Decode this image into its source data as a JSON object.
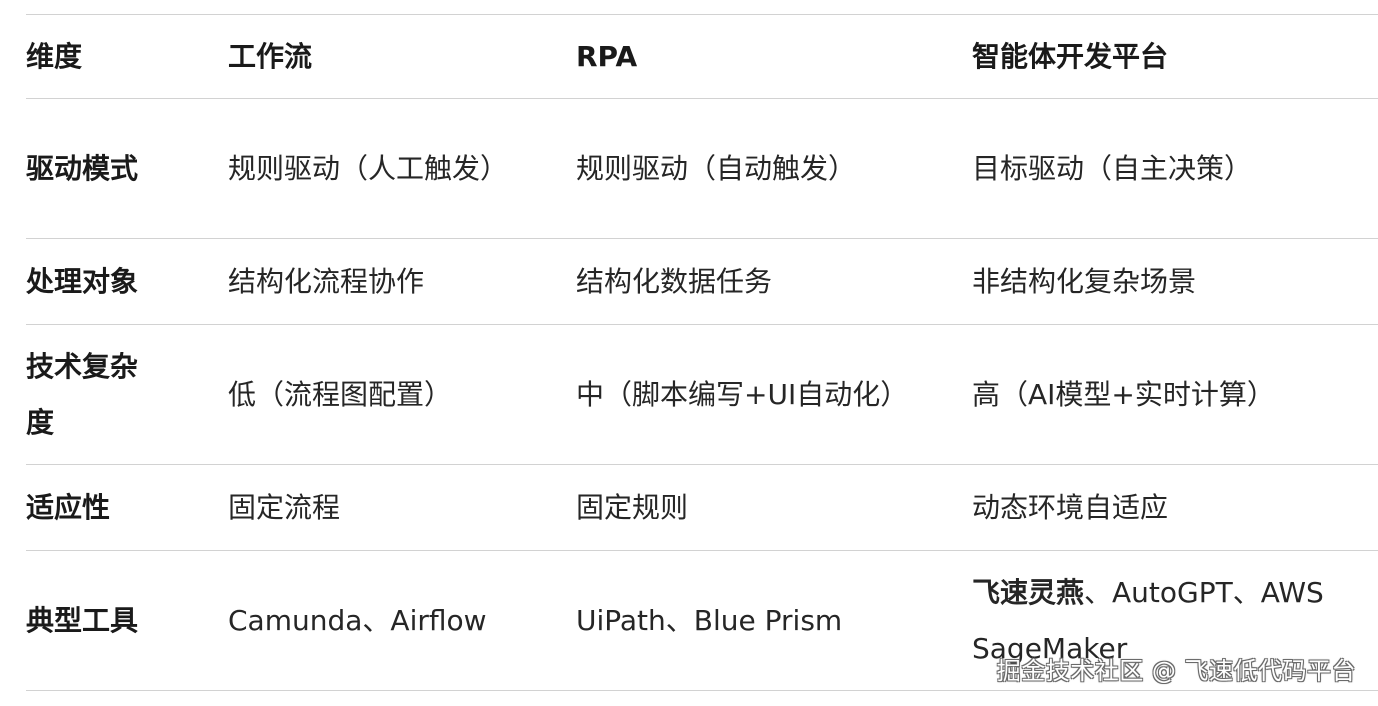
{
  "table": {
    "headers": [
      "维度",
      "工作流",
      "RPA",
      "智能体开发平台"
    ],
    "rows": [
      {
        "label": "驱动模式",
        "workflow": "规则驱动（人工触发）",
        "rpa": "规则驱动（自动触发）",
        "agent": "目标驱动（自主决策）"
      },
      {
        "label": "处理对象",
        "workflow": "结构化流程协作",
        "rpa": "结构化数据任务",
        "agent": "非结构化复杂场景"
      },
      {
        "label": "技术复杂度",
        "workflow": "低（流程图配置）",
        "rpa": "中（脚本编写+UI自动化）",
        "agent": "高（AI模型+实时计算）"
      },
      {
        "label": "适应性",
        "workflow": "固定流程",
        "rpa": "固定规则",
        "agent": "动态环境自适应"
      },
      {
        "label": "典型工具",
        "workflow": "Camunda、Airflow",
        "rpa": "UiPath、Blue Prism",
        "agent_bold": "飞速灵燕",
        "agent": "、AutoGPT、AWS SageMaker"
      }
    ]
  },
  "watermark": {
    "text": "掘金技术社区 @ 飞速低代码平台"
  }
}
